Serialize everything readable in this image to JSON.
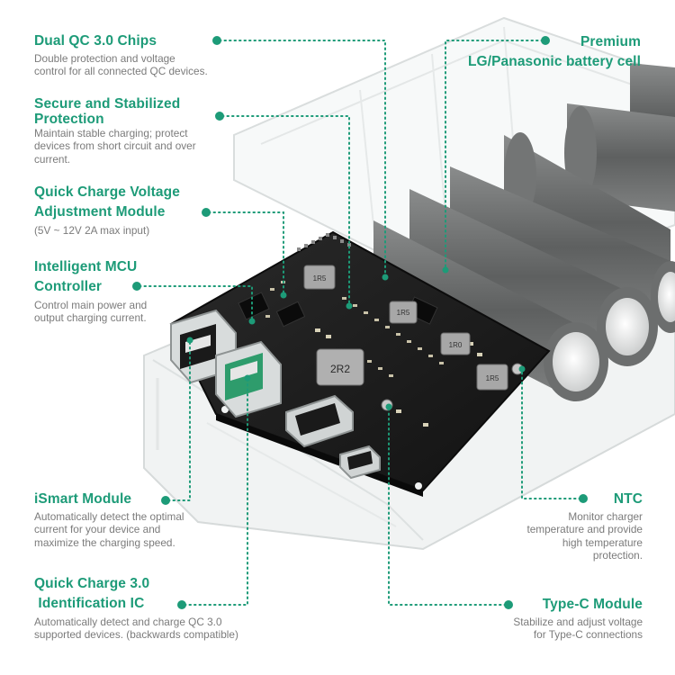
{
  "features": {
    "dual_qc": {
      "title": "Dual QC 3.0 Chips",
      "desc": [
        "Double protection and voltage",
        "control for all connected QC devices."
      ]
    },
    "secure": {
      "title": [
        "Secure and Stabilized",
        "Protection"
      ],
      "desc": [
        "Maintain stable charging; protect",
        "devices from short circuit and over",
        "current."
      ]
    },
    "qc_voltage": {
      "title": [
        "Quick Charge Voltage",
        "Adjustment Module"
      ],
      "desc": [
        "(5V ~ 12V 2A max input)"
      ]
    },
    "mcu": {
      "title": [
        "Intelligent MCU",
        "Controller"
      ],
      "desc": [
        "Control main power and",
        "output charging current."
      ]
    },
    "ismart": {
      "title": "iSmart Module",
      "desc": [
        "Automatically detect the optimal",
        "current for your device and",
        "maximize the charging speed."
      ]
    },
    "qc_ident": {
      "title": [
        "Quick Charge 3.0",
        " Identification IC"
      ],
      "desc": [
        "Automatically detect and charge QC 3.0",
        "supported devices. (backwards compatible)"
      ]
    },
    "battery": {
      "title": [
        "Premium",
        "LG/Panasonic battery cell"
      ]
    },
    "ntc": {
      "title": "NTC",
      "desc": [
        "Monitor charger",
        "temperature and provide",
        "high temperature",
        "protection."
      ]
    },
    "typec": {
      "title": "Type-C Module",
      "desc": [
        "Stabilize and adjust voltage",
        "for Type-C connections"
      ]
    }
  },
  "board_labels": {
    "inductor_main": "2R2",
    "inductor_a": "1R5",
    "inductor_b": "1R5",
    "inductor_c": "1R5",
    "inductor_d": "1R0"
  },
  "colors": {
    "accent": "#1d9b78",
    "desc_text": "#7b7b7b",
    "pcb": "#1b1b1b",
    "battery": "#6d6f6f",
    "usb_qc": "#2e9c6c"
  }
}
